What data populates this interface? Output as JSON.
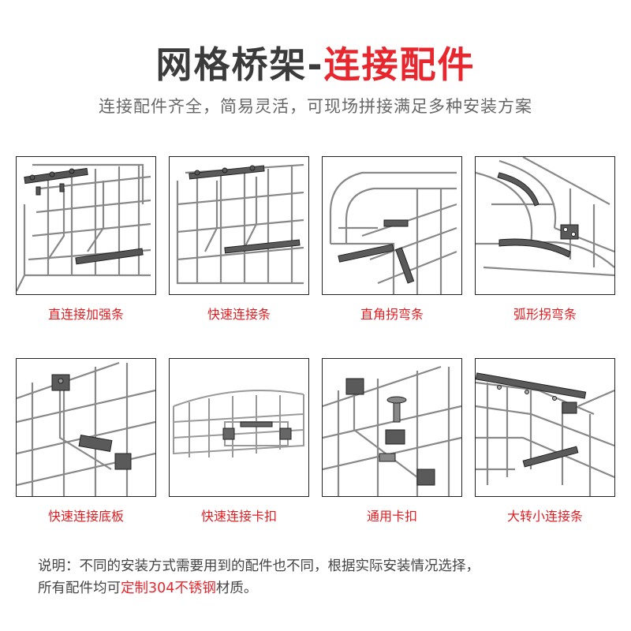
{
  "header": {
    "title_dark": "网格桥架-",
    "title_red": "连接配件",
    "subtitle": "连接配件齐全，简易灵活，可现场拼接满足多种安装方案"
  },
  "items": [
    {
      "label": "直连接加强条",
      "icon": "straight-reinforce-connector-diagram"
    },
    {
      "label": "快速连接条",
      "icon": "quick-connect-strip-diagram"
    },
    {
      "label": "直角拐弯条",
      "icon": "right-angle-bend-diagram"
    },
    {
      "label": "弧形拐弯条",
      "icon": "arc-bend-diagram"
    },
    {
      "label": "快速连接底板",
      "icon": "quick-connect-base-plate-diagram"
    },
    {
      "label": "快速连接卡扣",
      "icon": "quick-connect-clip-diagram"
    },
    {
      "label": "通用卡扣",
      "icon": "universal-clip-diagram"
    },
    {
      "label": "大转小连接条",
      "icon": "reducer-connector-diagram"
    }
  ],
  "footer": {
    "line1": "说明：不同的安装方式需要用到的配件也不同，根据实际安装情况选择，",
    "line2_prefix": "所有配件均可",
    "line2_red": "定制304不锈钢",
    "line2_suffix": "材质。"
  },
  "colors": {
    "accent": "#e8262d",
    "caption": "#e01e22",
    "text": "#3b3b3b"
  }
}
